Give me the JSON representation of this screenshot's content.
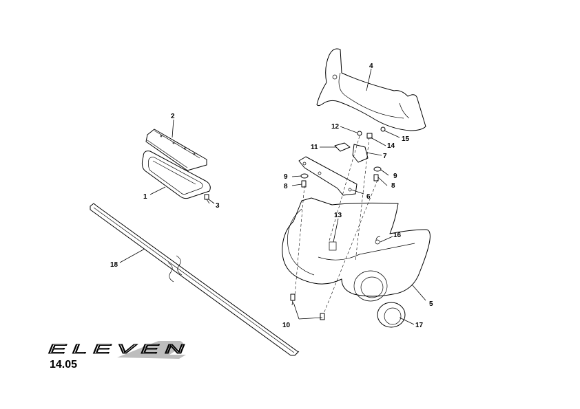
{
  "logo": {
    "text": "ELEVEN",
    "color": "#000000",
    "shadow_color": "#bdbdbd"
  },
  "page_number": "14.05",
  "callouts": {
    "c1": "1",
    "c2": "2",
    "c3": "3",
    "c4": "4",
    "c5": "5",
    "c6": "6",
    "c7": "7",
    "c8a": "8",
    "c8b": "8",
    "c9a": "9",
    "c9b": "9",
    "c10": "10",
    "c11": "11",
    "c12": "12",
    "c13": "13",
    "c14": "14",
    "c15": "15",
    "c16": "16",
    "c17": "17",
    "c18": "18"
  }
}
